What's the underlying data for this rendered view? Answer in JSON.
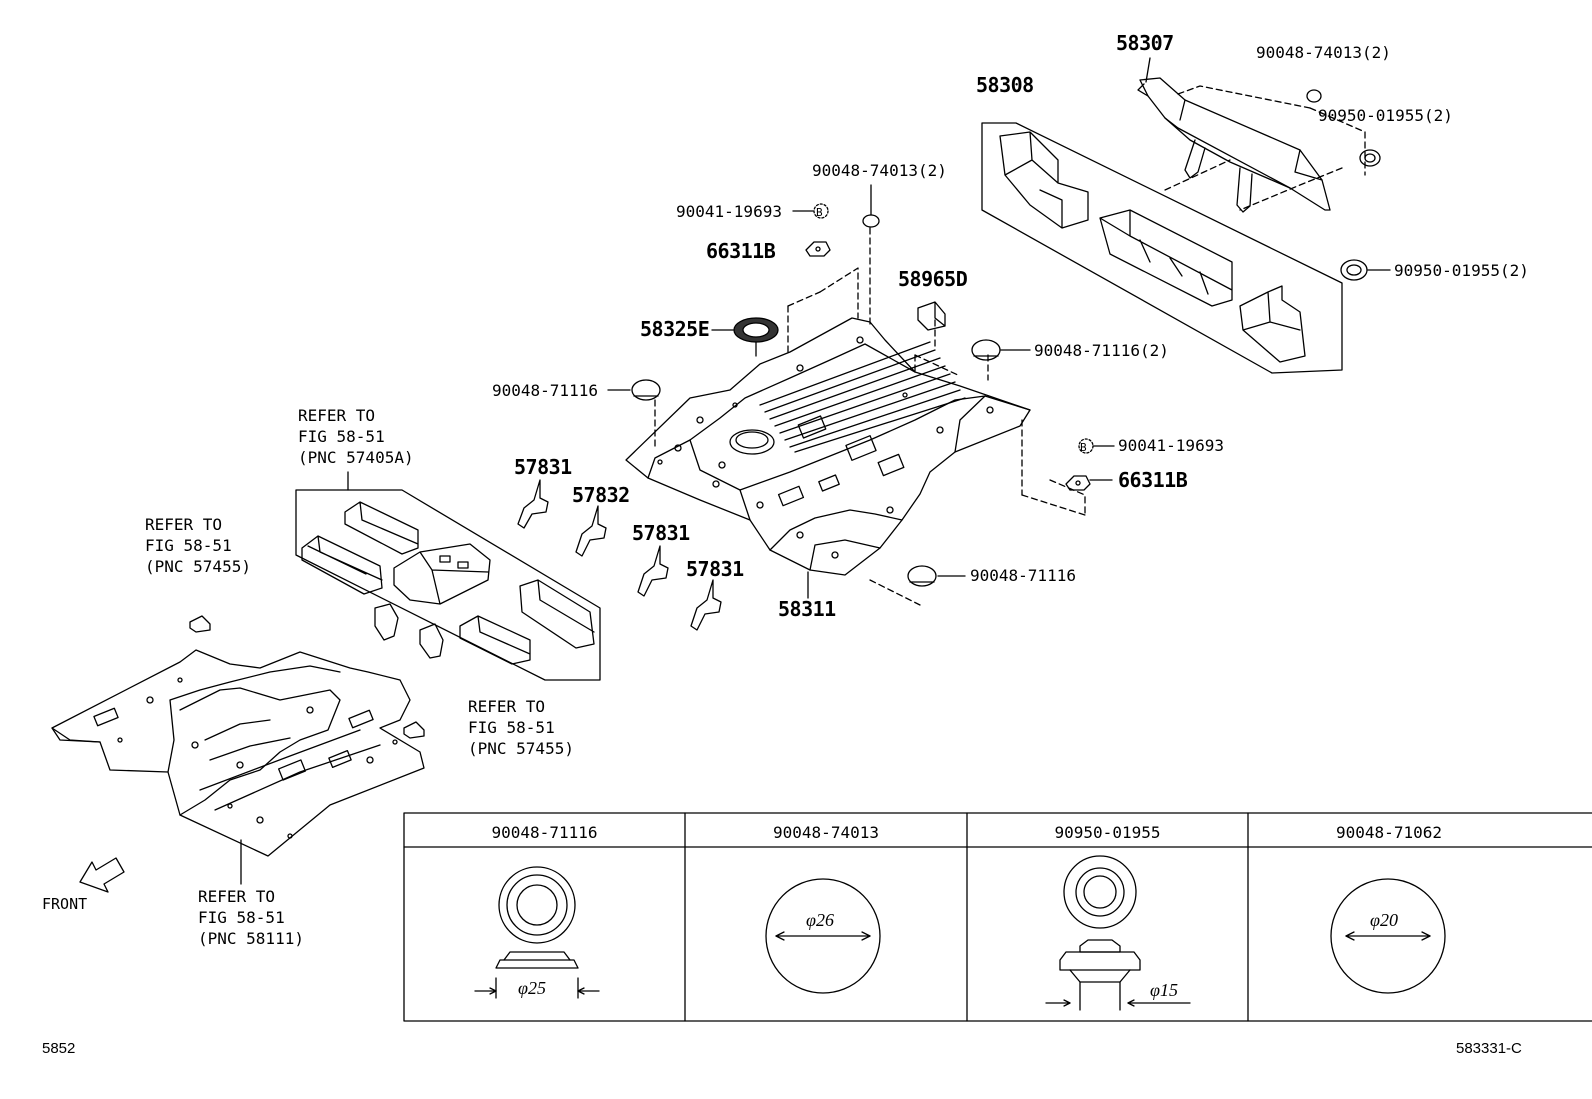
{
  "labels": {
    "p58307": "58307",
    "p58308": "58308",
    "p90048_74013_2_top": "90048-74013(2)",
    "p90950_01955_2_top": "90950-01955(2)",
    "p90950_01955_2_right": "90950-01955(2)",
    "p90048_74013_2_mid": "90048-74013(2)",
    "p90041_19693_left": "90041-19693",
    "p66311B_left": "66311B",
    "p58965D": "58965D",
    "p58325E": "58325E",
    "p90048_71116_2": "90048-71116(2)",
    "p90048_71116_left": "90048-71116",
    "p90041_19693_right": "90041-19693",
    "p66311B_right": "66311B",
    "p57831_a": "57831",
    "p57832": "57832",
    "p57831_b": "57831",
    "p57831_c": "57831",
    "p58311": "58311",
    "p90048_71116_bottom": "90048-71116",
    "circle_b": "B"
  },
  "refs": {
    "ref_57405A": [
      "REFER TO",
      "FIG 58-51",
      "(PNC 57405A)"
    ],
    "ref_57455_left": [
      "REFER TO",
      "FIG 58-51",
      "(PNC 57455)"
    ],
    "ref_57455_right": [
      "REFER TO",
      "FIG 58-51",
      "(PNC 57455)"
    ],
    "ref_58111": [
      "REFER TO",
      "FIG 58-51",
      "(PNC 58111)"
    ]
  },
  "front_label": "FRONT",
  "table": {
    "columns": [
      {
        "part": "90048-71116",
        "dimension": "φ25"
      },
      {
        "part": "90048-74013",
        "dimension": "φ26"
      },
      {
        "part": "90950-01955",
        "dimension": "φ15"
      },
      {
        "part": "90048-71062",
        "dimension": "φ20"
      }
    ]
  },
  "footer": {
    "page_code": "5852",
    "figure_code": "583331-C"
  }
}
